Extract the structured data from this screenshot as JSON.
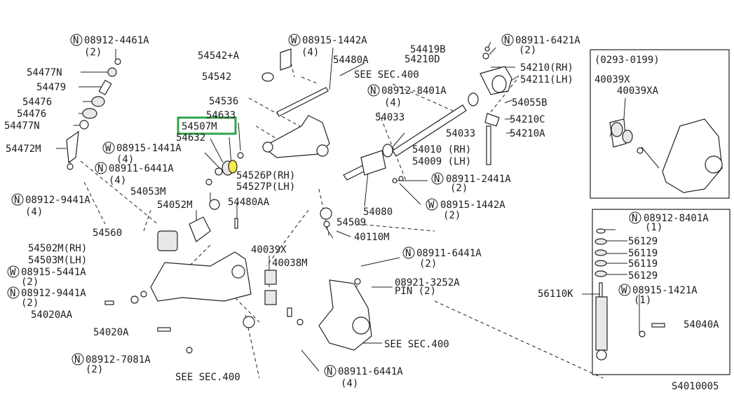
{
  "highlight_color": "#2fa64a",
  "inset_top": {
    "title": "(0293-0199)",
    "labels": [
      "40039X",
      "40039XA"
    ]
  },
  "inset_bottom": {
    "labels": [
      "08912-8401A",
      "(1)",
      "56129",
      "56119",
      "56119",
      "56129",
      "08915-1421A",
      "(1)",
      "56110K",
      "54040A"
    ]
  },
  "highlighted_part": "54507M",
  "figure_code": "S4010005",
  "labels": {
    "l01": "08912-4461A",
    "l02": "(2)",
    "l03": "54477N",
    "l04": "54479",
    "l05": "54476",
    "l06": "54476",
    "l07": "54477N",
    "l08": "54472M",
    "l09": "08912-9441A",
    "l10": "(4)",
    "l11": "08915-1442A",
    "l12": "(4)",
    "l13": "54542+A",
    "l14": "54542",
    "l15": "54480A",
    "l16": "SEE SEC.400",
    "l17": "54536",
    "l18": "54633",
    "l19": "54632",
    "l20": "08915-1441A",
    "l21": "(4)",
    "l22": "08911-6441A",
    "l23": "(4)",
    "l24": "54526P(RH)",
    "l25": "54527P(LH)",
    "l26": "08912-8401A",
    "l27": "(4)",
    "l28": "54033",
    "l29": "54419B",
    "l30": "54210D",
    "l31": "08911-6421A",
    "l32": "(2)",
    "l33": "54210(RH)",
    "l34": "54211(LH)",
    "l35": "54055B",
    "l36": "54210C",
    "l37": "54210A",
    "l38": "54033",
    "l39": "54010 (RH)",
    "l40": "54009 (LH)",
    "l41": "08911-2441A",
    "l42": "(2)",
    "l43": "08915-1442A",
    "l44": "(2)",
    "l45": "54080",
    "l46": "54509",
    "l47": "40110M",
    "l48": "54053M",
    "l49": "54052M",
    "l50": "54480AA",
    "l51": "54560",
    "l52": "54502M(RH)",
    "l53": "54503M(LH)",
    "l54": "08915-5441A",
    "l55": "(2)",
    "l56": "08912-9441A",
    "l57": "(2)",
    "l58": "54020AA",
    "l59": "54020A",
    "l60": "08912-7081A",
    "l61": "(2)",
    "l62": "SEE SEC.400",
    "l63": "40039X",
    "l64": "40038M",
    "l65": "08911-6441A",
    "l66": "(2)",
    "l67": "08921-3252A",
    "l68": "PIN (2)",
    "l69": "SEE SEC.400",
    "l70": "08911-6441A",
    "l71": "(4)"
  },
  "icons": {
    "n_circle": "circled-N",
    "w_circle": "circled-W"
  }
}
